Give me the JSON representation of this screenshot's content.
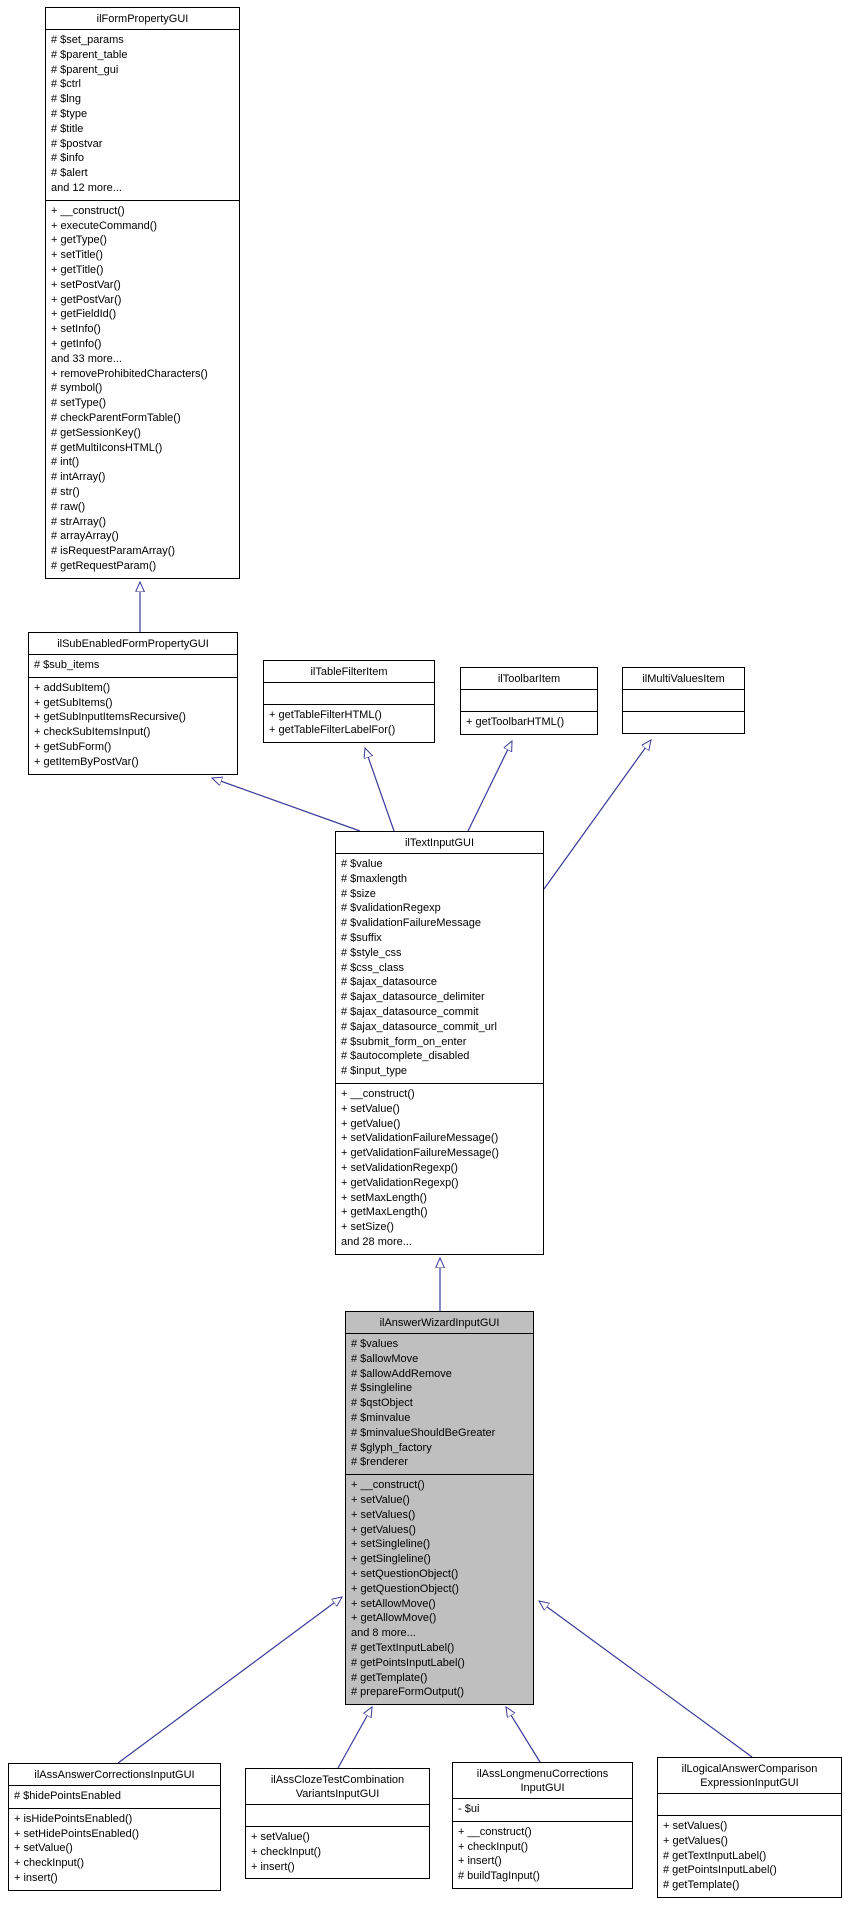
{
  "diagram": {
    "type": "uml-class-inheritance-diagram",
    "colors": {
      "box_border": "#000000",
      "box_background": "#ffffff",
      "highlight_background": "#bfbfbf",
      "edge_color": "#39399a",
      "text_color": "#000000"
    },
    "classes": [
      {
        "id": "ilFormPropertyGUI",
        "name": "ilFormPropertyGUI",
        "highlighted": false,
        "attributes": [
          "# $set_params",
          "# $parent_table",
          "# $parent_gui",
          "# $ctrl",
          "# $lng",
          "# $type",
          "# $title",
          "# $postvar",
          "# $info",
          "# $alert",
          "and 12 more..."
        ],
        "methods": [
          "+ __construct()",
          "+ executeCommand()",
          "+ getType()",
          "+ setTitle()",
          "+ getTitle()",
          "+ setPostVar()",
          "+ getPostVar()",
          "+ getFieldId()",
          "+ setInfo()",
          "+ getInfo()",
          "and 33 more...",
          "+ removeProhibitedCharacters()",
          "# symbol()",
          "# setType()",
          "# checkParentFormTable()",
          "# getSessionKey()",
          "# getMultiIconsHTML()",
          "# int()",
          "# intArray()",
          "# str()",
          "# raw()",
          "# strArray()",
          "# arrayArray()",
          "# isRequestParamArray()",
          "# getRequestParam()"
        ]
      },
      {
        "id": "ilSubEnabledFormPropertyGUI",
        "name": "ilSubEnabledFormPropertyGUI",
        "highlighted": false,
        "attributes": [
          "# $sub_items"
        ],
        "methods": [
          "+ addSubItem()",
          "+ getSubItems()",
          "+ getSubInputItemsRecursive()",
          "+ checkSubItemsInput()",
          "+ getSubForm()",
          "+ getItemByPostVar()"
        ]
      },
      {
        "id": "ilTableFilterItem",
        "name": "ilTableFilterItem",
        "highlighted": false,
        "attributes": [],
        "methods": [
          "+ getTableFilterHTML()",
          "+ getTableFilterLabelFor()"
        ]
      },
      {
        "id": "ilToolbarItem",
        "name": "ilToolbarItem",
        "highlighted": false,
        "attributes": [],
        "methods": [
          "+ getToolbarHTML()"
        ]
      },
      {
        "id": "ilMultiValuesItem",
        "name": "ilMultiValuesItem",
        "highlighted": false,
        "attributes": [],
        "methods": []
      },
      {
        "id": "ilTextInputGUI",
        "name": "ilTextInputGUI",
        "highlighted": false,
        "attributes": [
          "# $value",
          "# $maxlength",
          "# $size",
          "# $validationRegexp",
          "# $validationFailureMessage",
          "# $suffix",
          "# $style_css",
          "# $css_class",
          "# $ajax_datasource",
          "# $ajax_datasource_delimiter",
          "# $ajax_datasource_commit",
          "# $ajax_datasource_commit_url",
          "# $submit_form_on_enter",
          "# $autocomplete_disabled",
          "# $input_type"
        ],
        "methods": [
          "+ __construct()",
          "+ setValue()",
          "+ getValue()",
          "+ setValidationFailureMessage()",
          "+ getValidationFailureMessage()",
          "+ setValidationRegexp()",
          "+ getValidationRegexp()",
          "+ setMaxLength()",
          "+ getMaxLength()",
          "+ setSize()",
          "and 28 more..."
        ]
      },
      {
        "id": "ilAnswerWizardInputGUI",
        "name": "ilAnswerWizardInputGUI",
        "highlighted": true,
        "attributes": [
          "# $values",
          "# $allowMove",
          "# $allowAddRemove",
          "# $singleline",
          "# $qstObject",
          "# $minvalue",
          "# $minvalueShouldBeGreater",
          "# $glyph_factory",
          "# $renderer"
        ],
        "methods": [
          "+ __construct()",
          "+ setValue()",
          "+ setValues()",
          "+ getValues()",
          "+ setSingleline()",
          "+ getSingleline()",
          "+ setQuestionObject()",
          "+ getQuestionObject()",
          "+ setAllowMove()",
          "+ getAllowMove()",
          "and 8 more...",
          "# getTextInputLabel()",
          "# getPointsInputLabel()",
          "# getTemplate()",
          "# prepareFormOutput()"
        ]
      },
      {
        "id": "ilAssAnswerCorrectionsInputGUI",
        "name": "ilAssAnswerCorrectionsInputGUI",
        "highlighted": false,
        "attributes": [
          "# $hidePointsEnabled"
        ],
        "methods": [
          "+ isHidePointsEnabled()",
          "+ setHidePointsEnabled()",
          "+ setValue()",
          "+ checkInput()",
          "+ insert()"
        ]
      },
      {
        "id": "ilAssClozeTestCombinationVariantsInputGUI",
        "name": "ilAssClozeTestCombination\nVariantsInputGUI",
        "highlighted": false,
        "attributes": [],
        "methods": [
          "+ setValue()",
          "+ checkInput()",
          "+ insert()"
        ]
      },
      {
        "id": "ilAssLongmenuCorrectionsInputGUI",
        "name": "ilAssLongmenuCorrections\nInputGUI",
        "highlighted": false,
        "attributes": [
          "- $ui"
        ],
        "methods": [
          "+ __construct()",
          "+ checkInput()",
          "+ insert()",
          "# buildTagInput()"
        ]
      },
      {
        "id": "ilLogicalAnswerComparisonExpressionInputGUI",
        "name": "ilLogicalAnswerComparison\nExpressionInputGUI",
        "highlighted": false,
        "attributes": [],
        "methods": [
          "+ setValues()",
          "+ getValues()",
          "# getTextInputLabel()",
          "# getPointsInputLabel()",
          "# getTemplate()"
        ]
      }
    ],
    "edges": [
      {
        "child": "ilSubEnabledFormPropertyGUI",
        "parent": "ilFormPropertyGUI"
      },
      {
        "child": "ilTextInputGUI",
        "parent": "ilSubEnabledFormPropertyGUI"
      },
      {
        "child": "ilTextInputGUI",
        "parent": "ilTableFilterItem"
      },
      {
        "child": "ilTextInputGUI",
        "parent": "ilToolbarItem"
      },
      {
        "child": "ilTextInputGUI",
        "parent": "ilMultiValuesItem"
      },
      {
        "child": "ilAnswerWizardInputGUI",
        "parent": "ilTextInputGUI"
      },
      {
        "child": "ilAssAnswerCorrectionsInputGUI",
        "parent": "ilAnswerWizardInputGUI"
      },
      {
        "child": "ilAssClozeTestCombinationVariantsInputGUI",
        "parent": "ilAnswerWizardInputGUI"
      },
      {
        "child": "ilAssLongmenuCorrectionsInputGUI",
        "parent": "ilAnswerWizardInputGUI"
      },
      {
        "child": "ilLogicalAnswerComparisonExpressionInputGUI",
        "parent": "ilAnswerWizardInputGUI"
      }
    ]
  }
}
